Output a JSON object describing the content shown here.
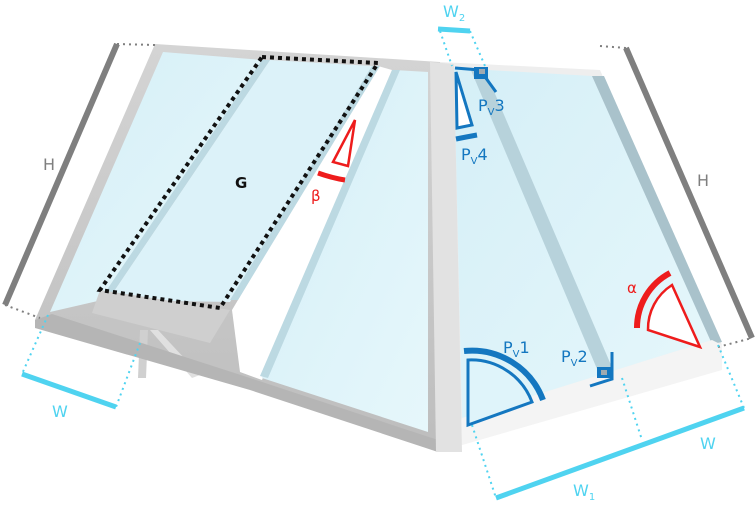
{
  "diagram": {
    "title": "Hipped glass roof with opening vent — dimension and profile labels",
    "colors": {
      "glass": "#dff4fa",
      "glass_shade": "#c9e4ec",
      "frame": "#c8c8c8",
      "frame_light": "#ececec",
      "mullion": "#b9d6df",
      "dimension_gray": "#7f7f7f",
      "dimension_cyan": "#4fd3f0",
      "profile_blue": "#1477c0",
      "angle_red": "#ee1c1c",
      "vent_outline": "#111111"
    },
    "labels": {
      "height_left": "H",
      "height_right": "H",
      "width_left": "W",
      "width_right": "W",
      "width_1_base": "W",
      "width_1_sub": "1",
      "width_2_base": "W",
      "width_2_sub": "2",
      "vent": "G",
      "angle_alpha": "α",
      "angle_beta": "β",
      "profile_1": {
        "base": "P",
        "sub": "V",
        "num": "1"
      },
      "profile_2": {
        "base": "P",
        "sub": "V",
        "num": "2"
      },
      "profile_3": {
        "base": "P",
        "sub": "V",
        "num": "3"
      },
      "profile_4": {
        "base": "P",
        "sub": "V",
        "num": "4"
      }
    }
  }
}
